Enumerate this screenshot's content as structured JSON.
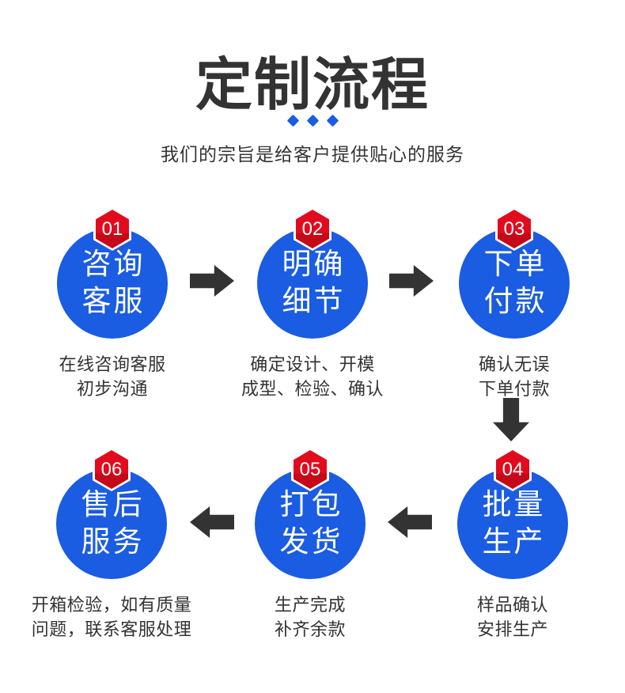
{
  "header": {
    "title": "定制流程",
    "subtitle": "我们的宗旨是给客户提供贴心的服务"
  },
  "colors": {
    "circle_blue": "#1a5ce2",
    "badge_red": "#e20b1d",
    "badge_red_shadow": "#c50919",
    "arrow_dark": "#333333",
    "text_dark": "#333333",
    "background": "#ffffff"
  },
  "steps": [
    {
      "number": "01",
      "label_line1": "咨询",
      "label_line2": "客服",
      "desc_line1": "在线咨询客服",
      "desc_line2": "初步沟通"
    },
    {
      "number": "02",
      "label_line1": "明确",
      "label_line2": "细节",
      "desc_line1": "确定设计、开模",
      "desc_line2": "成型、检验、确认"
    },
    {
      "number": "03",
      "label_line1": "下单",
      "label_line2": "付款",
      "desc_line1": "确认无误",
      "desc_line2": "下单付款"
    },
    {
      "number": "04",
      "label_line1": "批量",
      "label_line2": "生产",
      "desc_line1": "样品确认",
      "desc_line2": "安排生产"
    },
    {
      "number": "05",
      "label_line1": "打包",
      "label_line2": "发货",
      "desc_line1": "生产完成",
      "desc_line2": "补齐余款"
    },
    {
      "number": "06",
      "label_line1": "售后",
      "label_line2": "服务",
      "desc_line1": "开箱检验，如有质量",
      "desc_line2": "问题，联系客服处理"
    }
  ],
  "flow_arrows": [
    "right",
    "right",
    "down",
    "left",
    "left"
  ]
}
